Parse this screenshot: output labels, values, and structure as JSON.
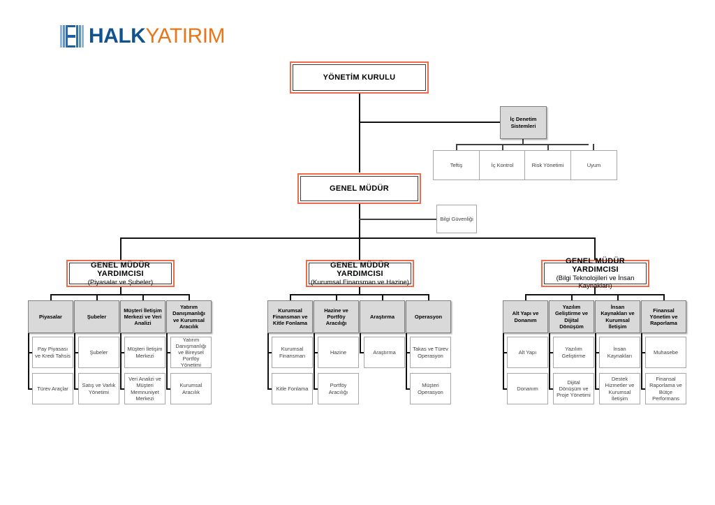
{
  "logo": {
    "part1": "HALK",
    "part2": "YATIRIM",
    "mark": "halk-yatirim-logo-mark"
  },
  "colors": {
    "accent_red": "#ef6a4a",
    "gray_fill": "#d9d9d9",
    "logo_blue": "#10538f",
    "logo_orange": "#e8761a",
    "line": "#000000"
  },
  "chart": {
    "board": {
      "label": "YÖNETİM KURULU"
    },
    "internal_audit": {
      "label": "İç Denetim Sistemleri"
    },
    "audit_units": [
      {
        "label": "Teftiş"
      },
      {
        "label": "İç Kontrol"
      },
      {
        "label": "Risk Yönetimi"
      },
      {
        "label": "Uyum"
      }
    ],
    "general_manager": {
      "label": "GENEL MÜDÜR"
    },
    "info_security": {
      "label": "Bilgi Güvenliği"
    },
    "divisions": [
      {
        "title": "GENEL MÜDÜR YARDIMCISI",
        "subtitle": "(Piyasalar ve Şubeler)",
        "departments": [
          {
            "label": "Piyasalar",
            "units": [
              {
                "label": "Pay Piyasası ve Kredi Tahsis"
              },
              {
                "label": "Türev Araçlar"
              }
            ]
          },
          {
            "label": "Şubeler",
            "units": [
              {
                "label": "Şubeler"
              },
              {
                "label": "Satış ve Varlık Yönetimi"
              }
            ]
          },
          {
            "label": "Müşteri İletişim Merkezi ve Veri Analizi",
            "units": [
              {
                "label": "Müşteri İletişim Merkezi"
              },
              {
                "label": "Veri Analizi ve Müşteri Memnuniyet Merkezi"
              }
            ]
          },
          {
            "label": "Yatırım Danışmanlığı ve Kurumsal Aracılık",
            "units": [
              {
                "label": "Yatırım Danışmanlığı ve Bireysel Portföy Yönetimi"
              },
              {
                "label": "Kurumsal Aracılık"
              }
            ]
          }
        ]
      },
      {
        "title": "GENEL MÜDÜR YARDIMCISI",
        "subtitle": "(Kurumsal Finansman ve Hazine)",
        "departments": [
          {
            "label": "Kurumsal Finansman ve Kitle Fonlama",
            "units": [
              {
                "label": "Kurumsal Finansman"
              },
              {
                "label": "Kitle Fonlama"
              }
            ]
          },
          {
            "label": "Hazine ve Portföy Aracılığı",
            "units": [
              {
                "label": "Hazine"
              },
              {
                "label": "Portföy Aracılığı"
              }
            ]
          },
          {
            "label": "Araştırma",
            "units": [
              {
                "label": "Araştırma"
              }
            ]
          },
          {
            "label": "Operasyon",
            "units": [
              {
                "label": "Takas ve Türev Operasyon"
              },
              {
                "label": "Müşteri Operasyon"
              }
            ]
          }
        ]
      },
      {
        "title": "GENEL MÜDÜR YARDIMCISI",
        "subtitle": "(Bilgi Teknolojileri ve İnsan Kaynakları)",
        "departments": [
          {
            "label": "Alt Yapı ve Donanım",
            "units": [
              {
                "label": "Alt Yapı"
              },
              {
                "label": "Donanım"
              }
            ]
          },
          {
            "label": "Yazılım Geliştirme ve Dijital Dönüşüm",
            "units": [
              {
                "label": "Yazılım Geliştirme"
              },
              {
                "label": "Dijital Dönüşüm ve Proje Yönetimi"
              }
            ]
          },
          {
            "label": "İnsan Kaynakları ve Kurumsal İletişim",
            "units": [
              {
                "label": "İnsan Kaynakları"
              },
              {
                "label": "Destek Hizmetler ve Kurumsal İletişim"
              }
            ]
          },
          {
            "label": "Finansal Yönetim ve Raporlama",
            "units": [
              {
                "label": "Muhasebe"
              },
              {
                "label": "Finansal Raporlama ve Bütçe Performans"
              }
            ]
          }
        ]
      }
    ]
  }
}
